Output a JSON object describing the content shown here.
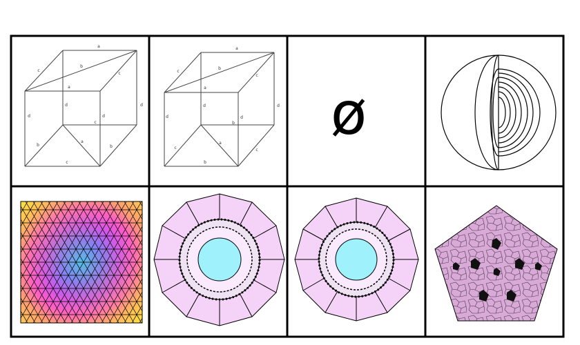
{
  "panels": {
    "cube_a": {
      "edge_labels": [
        "a",
        "c",
        "b",
        "c",
        "a",
        "d",
        "d",
        "d",
        "c",
        "d",
        "a",
        "b",
        "b",
        "c"
      ]
    },
    "cube_b": {
      "edge_labels": [
        "a",
        "c",
        "b",
        "c",
        "a",
        "d",
        "d",
        "d",
        "b",
        "d",
        "c",
        "a",
        "c",
        "b"
      ]
    },
    "symbol": {
      "text": "ø"
    }
  },
  "colors": {
    "grid_line": "#000000",
    "cell_border": "#000000",
    "pink": "#f5d2f7",
    "cyan": "#9ff2fb",
    "yellow": "#ffe33a",
    "magenta": "#f02ad8"
  }
}
